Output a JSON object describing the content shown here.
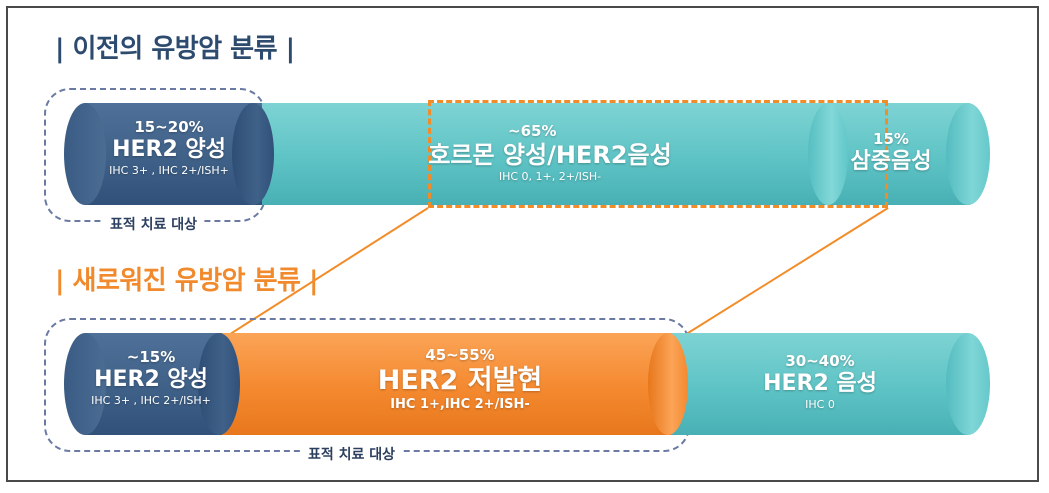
{
  "headings": {
    "previous": "| 이전의 유방암 분류 |",
    "new": "| 새로워진 유방암 분류 |"
  },
  "previous_classification": {
    "her2_positive": {
      "percent": "15~20%",
      "name": "HER2 양성",
      "ihc": "IHC 3+ , IHC 2+/ISH+"
    },
    "hormone_positive": {
      "percent": "~65%",
      "name": "호르몬 양성/HER2음성",
      "ihc": "IHC 0, 1+, 2+/ISH-"
    },
    "triple_negative": {
      "percent": "15%",
      "name": "삼중음성"
    },
    "target_label": "표적 치료 대상"
  },
  "new_classification": {
    "her2_positive": {
      "percent": "~15%",
      "name": "HER2 양성",
      "ihc": "IHC 3+ , IHC 2+/ISH+"
    },
    "her2_low": {
      "percent": "45~55%",
      "name": "HER2 저발현",
      "ihc": "IHC 1+,IHC 2+/ISH-"
    },
    "her2_negative": {
      "percent": "30~40%",
      "name": "HER2 음성",
      "ihc": "IHC 0"
    },
    "target_label": "표적 치료 대상"
  },
  "colors": {
    "navy": "#3f6188",
    "teal": "#5fc6c8",
    "orange": "#f4892f",
    "heading_navy": "#2d4b6e",
    "heading_orange": "#f08a2c"
  }
}
